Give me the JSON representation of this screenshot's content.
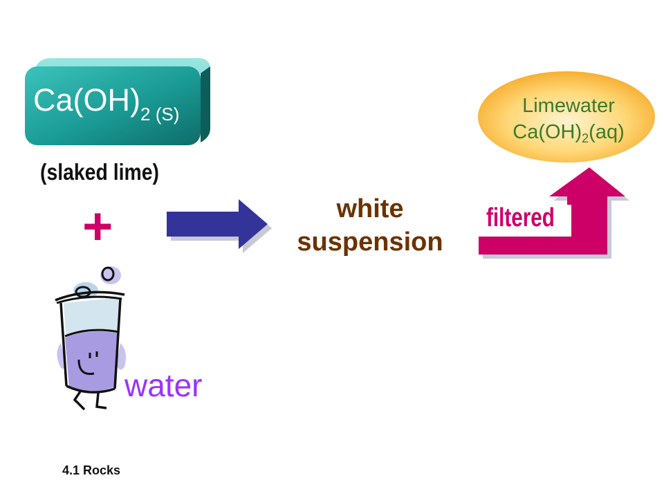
{
  "reactant": {
    "formula_base": "Ca(OH)",
    "formula_sub": "2",
    "formula_state": " (S)",
    "name": "(slaked lime)"
  },
  "plus_sign": "+",
  "water_label": "water",
  "intermediate": {
    "line1": "white",
    "line2": "suspension"
  },
  "process_label": "filtered",
  "product": {
    "name": "Limewater",
    "formula_base": "Ca(OH)",
    "formula_sub": "2",
    "formula_state": "(aq)"
  },
  "footer": "4.1  Rocks",
  "colors": {
    "box_teal": "#1a9a94",
    "plus": "#cc0066",
    "arrow_blue": "#333399",
    "filter_arrow": "#cc0066",
    "ellipse_orange": "#f7b84a",
    "limewater_text": "#3d7a28",
    "suspension_text": "#6b3200",
    "water_text": "#9933ff"
  }
}
